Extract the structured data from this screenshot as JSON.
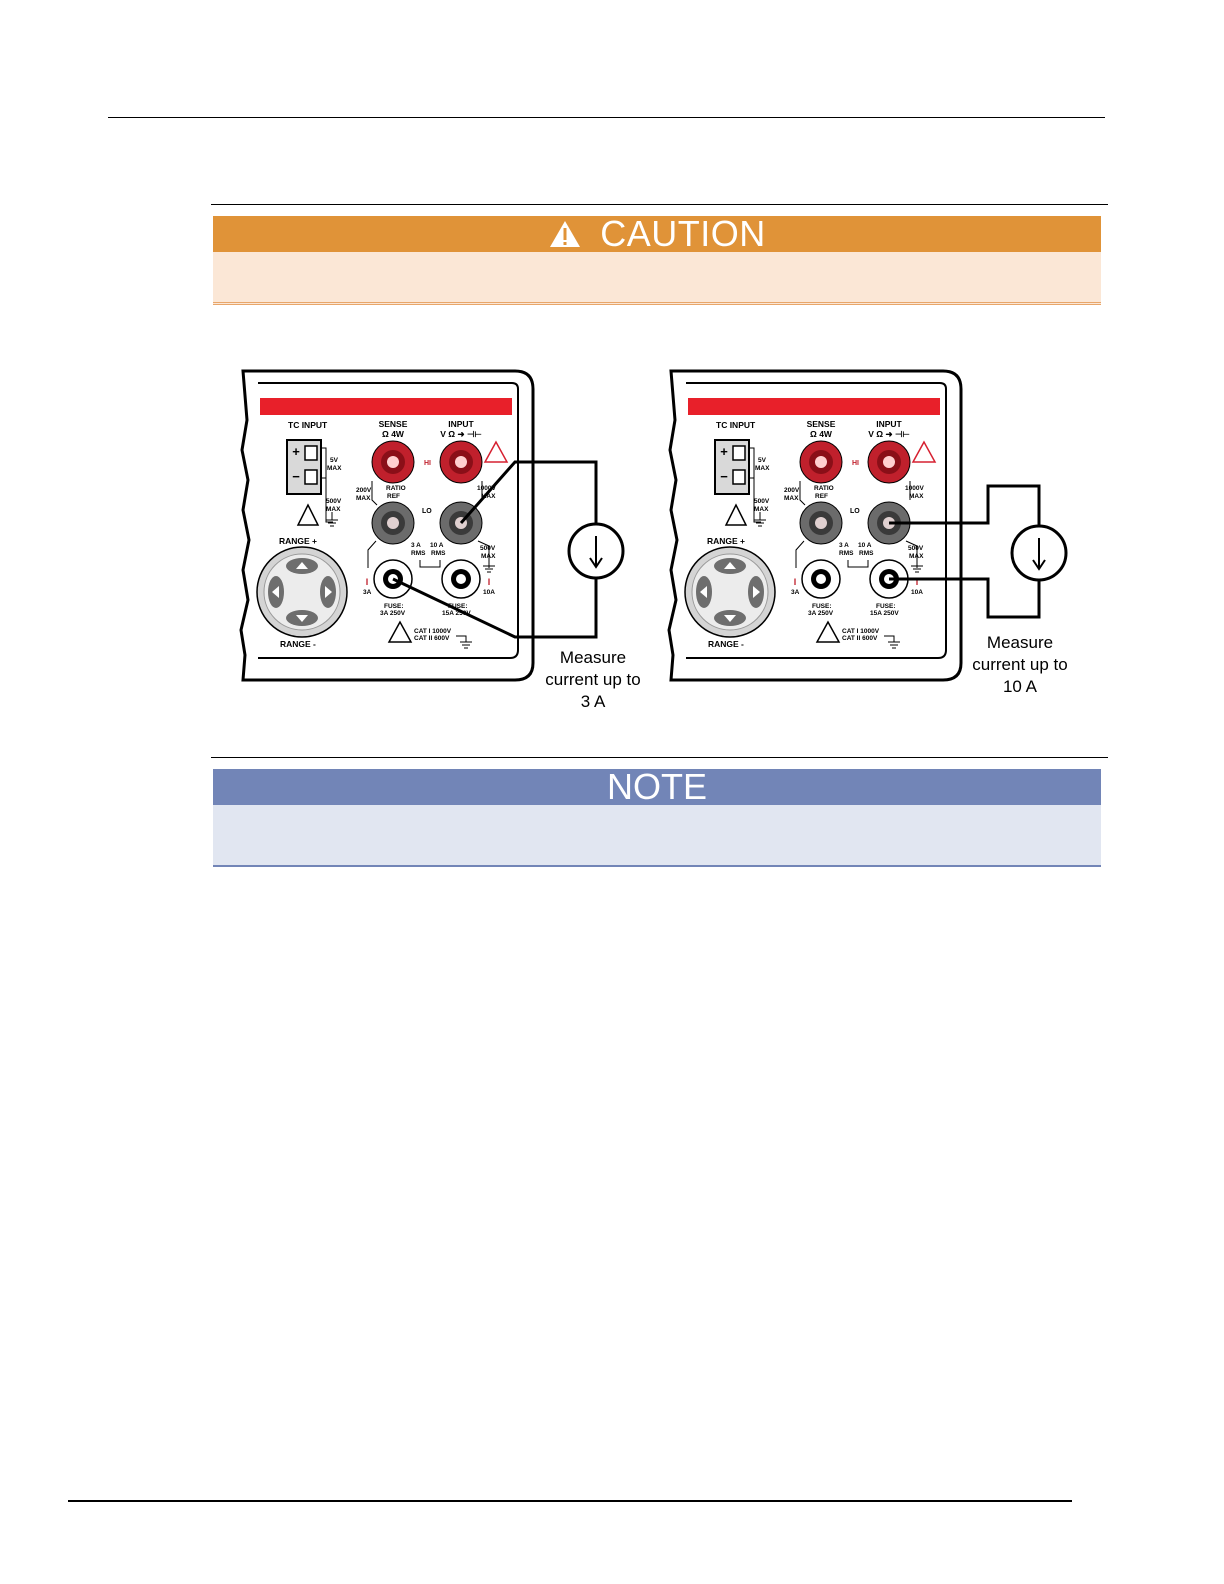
{
  "caution": {
    "title": "CAUTION",
    "icon": "warning-triangle-icon",
    "color": "#e09338"
  },
  "note": {
    "title": "NOTE",
    "color": "#7285b7"
  },
  "figure": {
    "panels": [
      {
        "tc_input": "TC INPUT",
        "sense_line1": "SENSE",
        "sense_line2": "Ω 4W",
        "input_line1": "INPUT",
        "input_line2": "V Ω ➜ ⊣⊢",
        "plus": "+",
        "minus": "−",
        "v5": "5V",
        "max": "MAX",
        "v500a": "500V",
        "v200": "200V",
        "ratio": "RATIO",
        "ref": "REF",
        "v1000": "1000V",
        "hi": "HI",
        "lo": "LO",
        "rms_a_1": "3 A",
        "rms_a_2": "RMS",
        "rms_b_1": "10 A",
        "rms_b_2": "RMS",
        "v500b": "500V",
        "i_label": "I",
        "a3": "3A",
        "a10": "10A",
        "fuse": "FUSE:",
        "fuse_3a": "3A 250V",
        "fuse_15a": "15A 250V",
        "range_plus": "RANGE +",
        "range_minus": "RANGE -",
        "cat1": "CAT I 1000V",
        "cat2": "CAT II 600V",
        "caption": [
          "Measure",
          "current up to",
          "3 A"
        ]
      },
      {
        "caption": [
          "Measure",
          "current up to",
          "10 A"
        ]
      }
    ],
    "colors": {
      "red_bar": "#e8202a",
      "jack_red": "#c0202c",
      "jack_gray": "#6b6b6b"
    }
  }
}
